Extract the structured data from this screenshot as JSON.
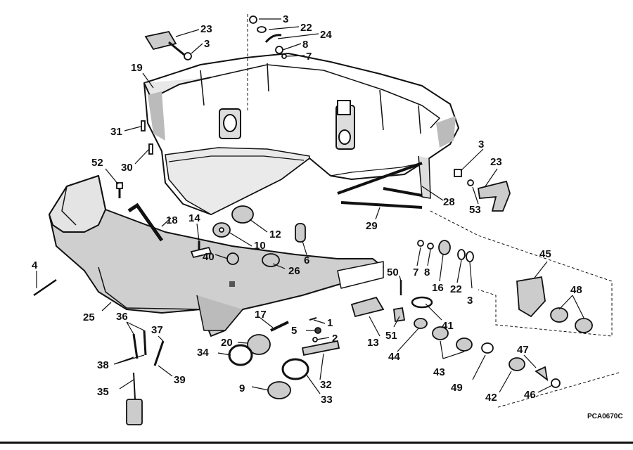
{
  "diagram": {
    "drawing_code": "PCA0670C",
    "callouts": [
      {
        "id": "c23a",
        "text": "23"
      },
      {
        "id": "c3a",
        "text": "3"
      },
      {
        "id": "c19",
        "text": "19"
      },
      {
        "id": "c3b",
        "text": "3"
      },
      {
        "id": "c22a",
        "text": "22"
      },
      {
        "id": "c24",
        "text": "24"
      },
      {
        "id": "c8a",
        "text": "8"
      },
      {
        "id": "c7a",
        "text": "7"
      },
      {
        "id": "c31",
        "text": "31"
      },
      {
        "id": "c30",
        "text": "30"
      },
      {
        "id": "c52",
        "text": "52"
      },
      {
        "id": "c3c",
        "text": "3"
      },
      {
        "id": "c23b",
        "text": "23"
      },
      {
        "id": "c28",
        "text": "28"
      },
      {
        "id": "c53",
        "text": "53"
      },
      {
        "id": "c29",
        "text": "29"
      },
      {
        "id": "c18",
        "text": "18"
      },
      {
        "id": "c14",
        "text": "14"
      },
      {
        "id": "c12",
        "text": "12"
      },
      {
        "id": "c10",
        "text": "10"
      },
      {
        "id": "c6",
        "text": "6"
      },
      {
        "id": "c40",
        "text": "40"
      },
      {
        "id": "c26",
        "text": "26"
      },
      {
        "id": "c4",
        "text": "4"
      },
      {
        "id": "c7b",
        "text": "7"
      },
      {
        "id": "c8b",
        "text": "8"
      },
      {
        "id": "c16",
        "text": "16"
      },
      {
        "id": "c22b",
        "text": "22"
      },
      {
        "id": "c3d",
        "text": "3"
      },
      {
        "id": "c50",
        "text": "50"
      },
      {
        "id": "c45",
        "text": "45"
      },
      {
        "id": "c48",
        "text": "48"
      },
      {
        "id": "c25",
        "text": "25"
      },
      {
        "id": "c36",
        "text": "36"
      },
      {
        "id": "c37",
        "text": "37"
      },
      {
        "id": "c17",
        "text": "17"
      },
      {
        "id": "c1",
        "text": "1"
      },
      {
        "id": "c5",
        "text": "5"
      },
      {
        "id": "c2",
        "text": "2"
      },
      {
        "id": "c13",
        "text": "13"
      },
      {
        "id": "c51",
        "text": "51"
      },
      {
        "id": "c41",
        "text": "41"
      },
      {
        "id": "c44",
        "text": "44"
      },
      {
        "id": "c20",
        "text": "20"
      },
      {
        "id": "c34",
        "text": "34"
      },
      {
        "id": "c38",
        "text": "38"
      },
      {
        "id": "c39",
        "text": "39"
      },
      {
        "id": "c35",
        "text": "35"
      },
      {
        "id": "c32",
        "text": "32"
      },
      {
        "id": "c9",
        "text": "9"
      },
      {
        "id": "c33",
        "text": "33"
      },
      {
        "id": "c43",
        "text": "43"
      },
      {
        "id": "c49",
        "text": "49"
      },
      {
        "id": "c47",
        "text": "47"
      },
      {
        "id": "c42",
        "text": "42"
      },
      {
        "id": "c46",
        "text": "46"
      }
    ]
  }
}
